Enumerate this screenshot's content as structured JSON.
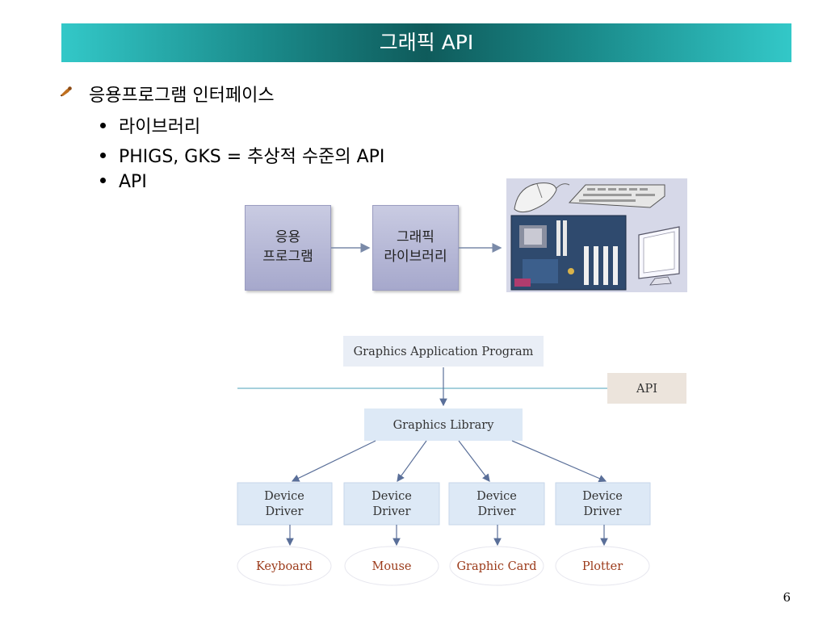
{
  "slide": {
    "title": "그래픽 API",
    "bullet_main": "응용프로그램 인터페이스",
    "sub_bullets": [
      "라이브러리",
      "PHIGS, GKS = 추상적 수준의 API",
      "API"
    ],
    "page_number": "6"
  },
  "top_diagram": {
    "box_app_line1": "응용",
    "box_app_line2": "프로그램",
    "box_lib_line1": "그래픽",
    "box_lib_line2": "라이브러리"
  },
  "bottom_diagram": {
    "app_program": "Graphics Application Program",
    "api_label": "API",
    "library": "Graphics Library",
    "drivers": [
      {
        "line1": "Device",
        "line2": "Driver"
      },
      {
        "line1": "Device",
        "line2": "Driver"
      },
      {
        "line1": "Device",
        "line2": "Driver"
      },
      {
        "line1": "Device",
        "line2": "Driver"
      }
    ],
    "devices": [
      "Keyboard",
      "Mouse",
      "Graphic Card",
      "Plotter"
    ]
  },
  "colors": {
    "title_bar": "#1a8a8a",
    "box_fill": "#dde9f6",
    "api_fill": "#ece4dc",
    "device_text": "#9b3a1a",
    "api_line": "#6fb3c8"
  },
  "icons": [
    "bullet-pin-icon",
    "mouse-icon",
    "keyboard-icon",
    "motherboard-icon",
    "monitor-icon"
  ]
}
